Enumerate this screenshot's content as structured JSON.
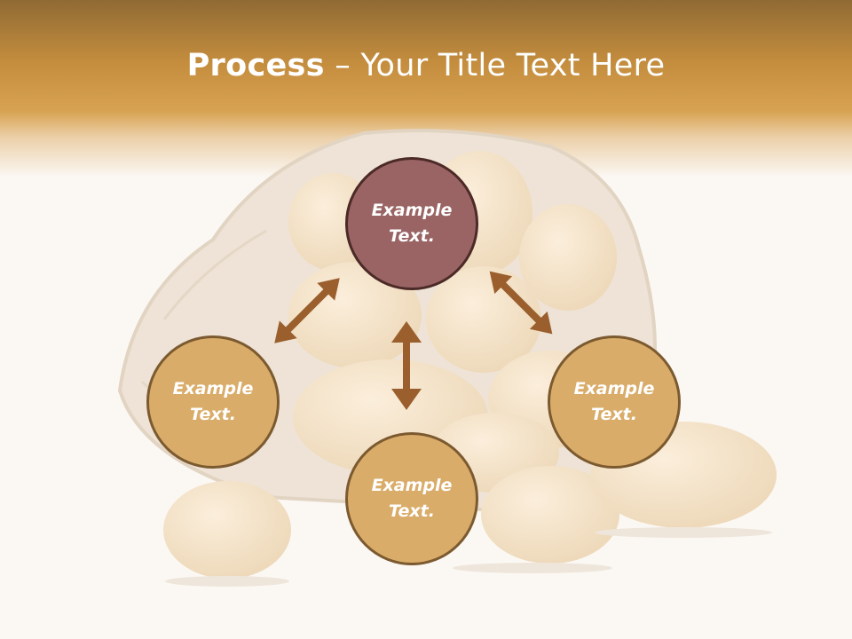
{
  "slide": {
    "title_bold": "Process",
    "title_rest": " – Your Title Text Here"
  },
  "diagram": {
    "nodes": [
      {
        "id": "top",
        "line1": "Example",
        "line2": "Text."
      },
      {
        "id": "left",
        "line1": "Example",
        "line2": "Text."
      },
      {
        "id": "right",
        "line1": "Example",
        "line2": "Text."
      },
      {
        "id": "bottom",
        "line1": "Example",
        "line2": "Text."
      }
    ]
  },
  "colors": {
    "header": "#c48d3e",
    "circle_tan": "#d9ac69",
    "circle_maroon": "#9a6464",
    "arrow": "#9a5f2c"
  }
}
